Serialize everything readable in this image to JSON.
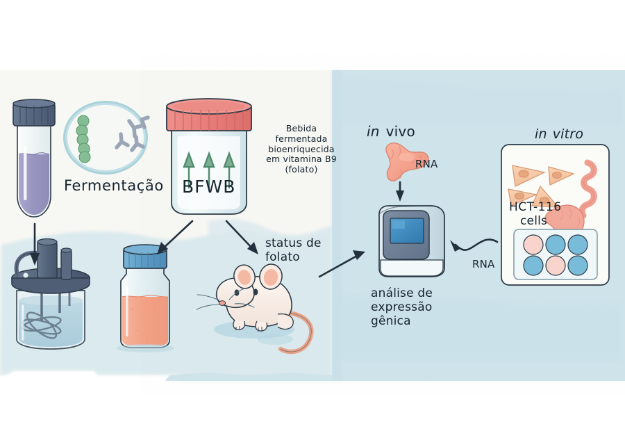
{
  "figure": {
    "title": "Fluxograma experimental BFWB",
    "panels": {
      "left": {
        "name": "painel-esquerdo-producao",
        "bg_color": "#f7f7f4",
        "wash_color": "#d7e8ee"
      },
      "right": {
        "name": "painel-direito-analise",
        "bg_color": "#cfe3ea"
      }
    }
  },
  "labels": {
    "fermentacao": "Fermentação",
    "bfwb": "BFWB",
    "bebida_line1": "Bebida",
    "bebida_line2": "fermentada",
    "bebida_line3": "bioenriquecida",
    "bebida_line4": "em vitamina B9",
    "bebida_line5": "(folato)",
    "status_line1": "status de",
    "status_line2": "folato",
    "in_vivo_it": "in",
    "in_vivo_rest": "vivo",
    "rna_vivo": "RNA",
    "rna_vitro": "RNA",
    "analise_line1": "análise de",
    "analise_line2": "expressão",
    "analise_line3": "gênica",
    "in_vitro_it": "in",
    "in_vitro_rest": "vitro",
    "hct_line1": "HCT-116",
    "hct_line2": "cells"
  },
  "elements": {
    "falcon_tube": {
      "name": "tubo-falcon",
      "cap_color": "#5a6a85",
      "liquid_color": "#9b9ac4"
    },
    "petri_dish": {
      "name": "placa-petri",
      "ring_color": "#b8d8de",
      "cocci_color": "#7eb88c",
      "rod_color": "#9fa9b8",
      "cocci_count": 6,
      "y_bacteria_count": 4
    },
    "bfwb_jar": {
      "name": "pote-bfwb",
      "lid_color": "#e9807e",
      "body_color": "#d5e7ec",
      "arrow_color": "#4f8c6f",
      "arrow_count": 3
    },
    "bioreactor": {
      "name": "biorreator",
      "body_color": "#bcd7e2",
      "metal_color": "#566579"
    },
    "bottle": {
      "name": "frasco-bebida",
      "cap_color": "#5b9fc9",
      "liquid_color": "#f1a храм"
    },
    "mouse": {
      "name": "camundongo",
      "body_color": "#f6ede7",
      "ear_color": "#f4b9a3",
      "tail_color": "#eda98f"
    },
    "analyzer": {
      "name": "equipamento-analise",
      "case_color": "#d2e2e9",
      "panel_color": "#6d7f94",
      "screen_color": "#3f8fc4"
    },
    "intestine_vivo": {
      "name": "intestino-in-vivo",
      "color": "#f5a28c"
    },
    "in_vitro_card": {
      "name": "cartao-in-vitro",
      "bg": "#fbfbf8",
      "cell_color": "#f6c6a4",
      "nucleus_color": "#eaa87f",
      "worm_color": "#f0a99a",
      "colon_color": "#f3a99a"
    },
    "well_plate": {
      "name": "placa-de-pocos",
      "rows": 2,
      "cols": 3,
      "wells": [
        [
          "pink",
          "blue",
          "blue"
        ],
        [
          "blue",
          "pink",
          "blue"
        ]
      ],
      "pink": "#f8d4cc",
      "blue": "#79bcd9"
    },
    "arrows": {
      "name": "setas-fluxo",
      "color": "#22313d",
      "count": 6
    }
  }
}
